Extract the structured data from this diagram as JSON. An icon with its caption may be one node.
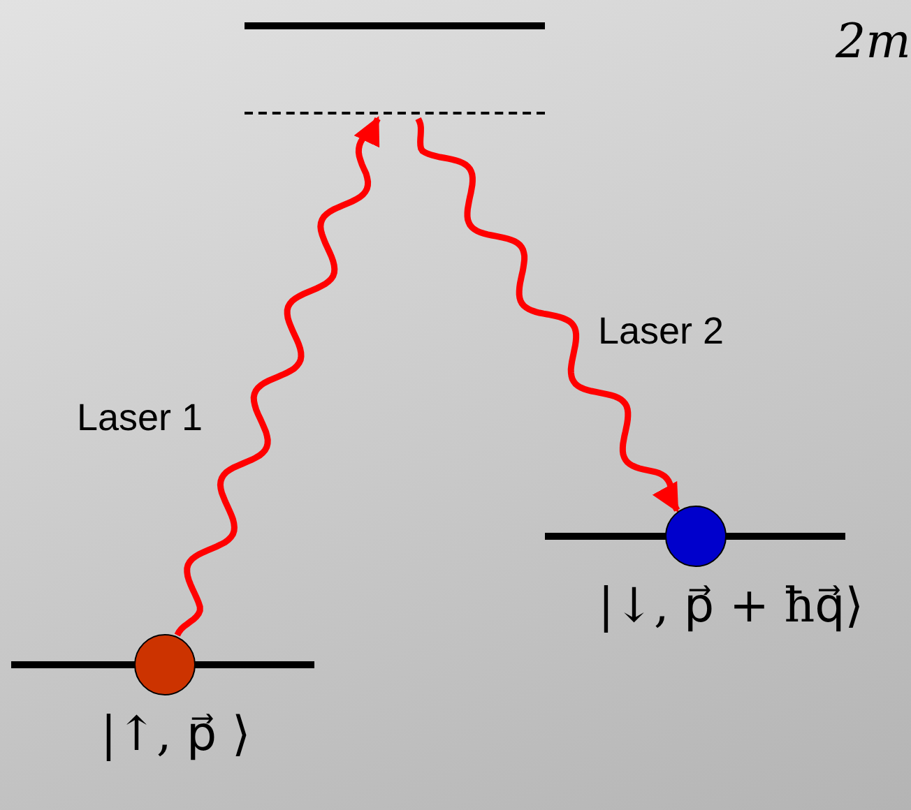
{
  "diagram": {
    "nodes": [
      {
        "text": [],
        "shape": "bar"
      },
      {
        "text": [],
        "shape": "bar"
      },
      {
        "text": [],
        "shape": "circle",
        "beside": [
          "|↑, p⃗ ⟩"
        ]
      },
      {
        "text": [],
        "shape": "circle",
        "beside": [
          "|↓, p⃗ + ħq⃗⟩"
        ]
      }
    ],
    "edges": [
      {
        "from": 2,
        "to": 1,
        "arrow": "to",
        "label": "Laser 1"
      },
      {
        "from": 1,
        "to": 3,
        "arrow": "to",
        "label": "Laser 2"
      }
    ],
    "labels": [
      "2m"
    ]
  }
}
